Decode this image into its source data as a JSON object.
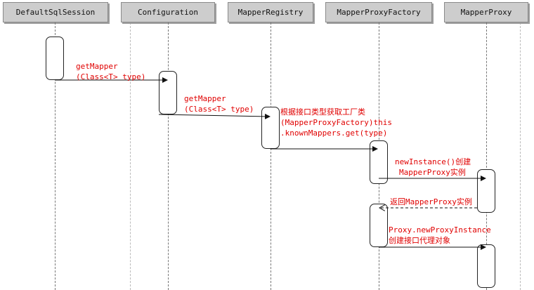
{
  "participants": [
    {
      "name": "DefaultSqlSession"
    },
    {
      "name": "Configuration"
    },
    {
      "name": "MapperRegistry"
    },
    {
      "name": "MapperProxyFactory"
    },
    {
      "name": "MapperProxy"
    }
  ],
  "messages": [
    {
      "line1": "getMapper",
      "line2": "(Class<T> type)"
    },
    {
      "line1": "getMapper",
      "line2": "(Class<T> type)"
    },
    {
      "line1": "根据接口类型获取工厂类",
      "line2": "(MapperProxyFactory)this",
      "line3": ".knownMappers.get(type)"
    },
    {
      "line1": "newInstance()创建",
      "line2": "MapperProxy实例"
    },
    {
      "line1": "返回MapperProxy实例"
    },
    {
      "line1": "Proxy.newProxyInstance",
      "line2": "创建接口代理对象"
    }
  ]
}
